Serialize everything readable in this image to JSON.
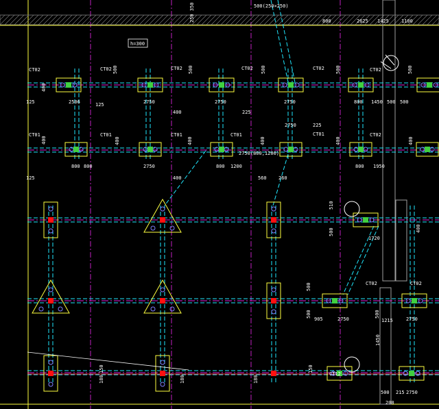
{
  "cad_view": {
    "background": "#000000",
    "colors": {
      "axis": "#e020e0",
      "beam": "#20e8ff",
      "dim": "#ffffff",
      "pad": "#ffff40",
      "col_red": "#ff1010",
      "col_green": "#40d040",
      "tag": "#ff3030"
    },
    "header_strip": {
      "dims": [
        "250 350",
        "800",
        "2625",
        "1425",
        "1100"
      ],
      "note": "500(250×250)"
    },
    "floor_note": "h=300",
    "pile_tags": [
      "CT02",
      "CT02",
      "CT02",
      "CT02",
      "CT02",
      "CT02",
      "CT01",
      "CT01",
      "CT01",
      "CT01",
      "CT01",
      "CT02",
      "CT02",
      "CT02"
    ],
    "row1_dims": [
      "2506",
      "2750",
      "2750",
      "2750",
      "800",
      "1450",
      "500",
      "500"
    ],
    "row1_small": [
      "125",
      "125",
      "400",
      "225"
    ],
    "row2_dims": [
      "800",
      "800",
      "2750",
      "800",
      "1200",
      "800",
      "1950"
    ],
    "row2_top": [
      "2750",
      "225",
      "2750(800,1200)"
    ],
    "row2_small": [
      "400",
      "560",
      "260",
      "125"
    ],
    "vertical_dims": [
      "500",
      "500",
      "500",
      "500",
      "500",
      "400",
      "400",
      "400",
      "400",
      "400",
      "400",
      "400",
      "510",
      "500",
      "400",
      "500",
      "500",
      "500",
      "1450"
    ],
    "right_block_dims": [
      "1720",
      "905",
      "2750",
      "1215",
      "2750",
      "215",
      "2750",
      "500"
    ],
    "bottom_marks": [
      "150",
      "180",
      "180",
      "180",
      "150",
      "CT12",
      "200"
    ]
  }
}
